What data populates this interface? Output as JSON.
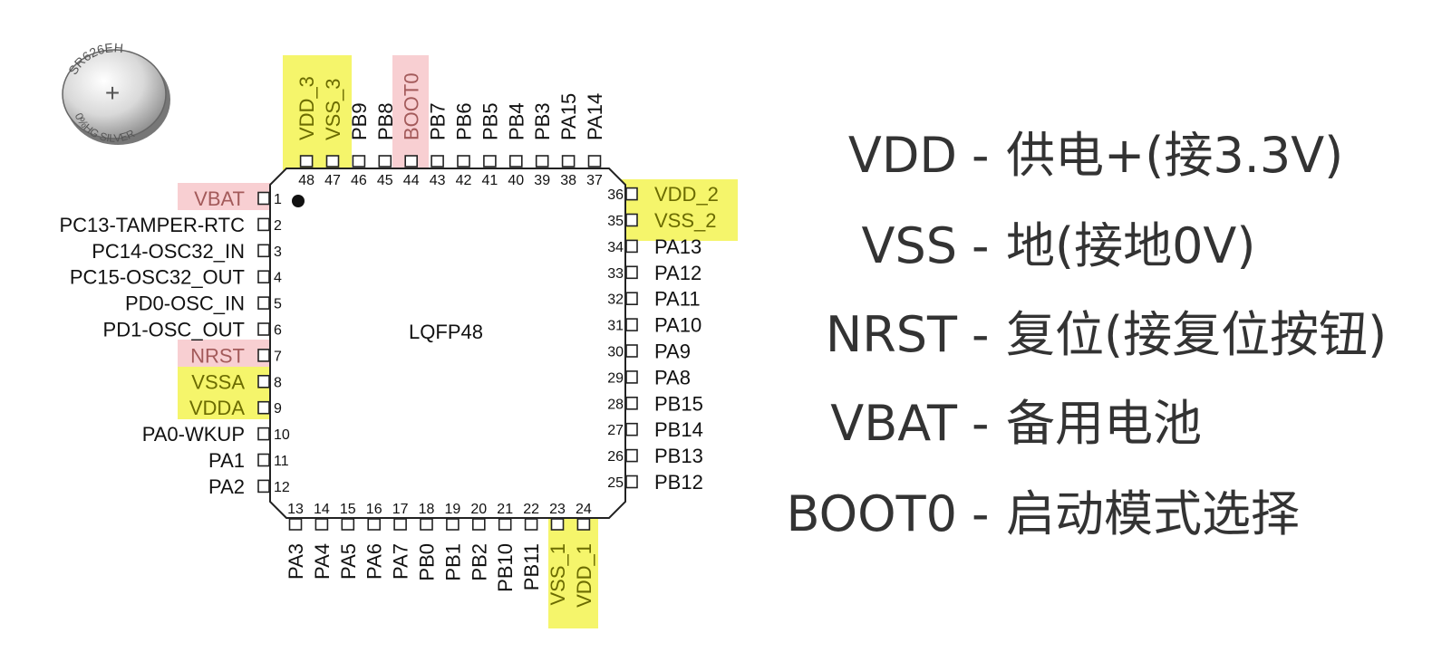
{
  "coin_cell": {
    "model": "SR626EH",
    "plus": "+",
    "bottom_text": "0%HG SILVER"
  },
  "chip": {
    "name": "LQFP48",
    "pins_left": [
      {
        "num": "1",
        "label": "VBAT",
        "hl": "pink"
      },
      {
        "num": "2",
        "label": "PC13-TAMPER-RTC"
      },
      {
        "num": "3",
        "label": "PC14-OSC32_IN"
      },
      {
        "num": "4",
        "label": "PC15-OSC32_OUT"
      },
      {
        "num": "5",
        "label": "PD0-OSC_IN"
      },
      {
        "num": "6",
        "label": "PD1-OSC_OUT"
      },
      {
        "num": "7",
        "label": "NRST",
        "hl": "pink"
      },
      {
        "num": "8",
        "label": "VSSA",
        "hl": "yellow"
      },
      {
        "num": "9",
        "label": "VDDA",
        "hl": "yellow"
      },
      {
        "num": "10",
        "label": "PA0-WKUP"
      },
      {
        "num": "11",
        "label": "PA1"
      },
      {
        "num": "12",
        "label": "PA2"
      }
    ],
    "pins_bottom": [
      {
        "num": "13",
        "label": "PA3"
      },
      {
        "num": "14",
        "label": "PA4"
      },
      {
        "num": "15",
        "label": "PA5"
      },
      {
        "num": "16",
        "label": "PA6"
      },
      {
        "num": "17",
        "label": "PA7"
      },
      {
        "num": "18",
        "label": "PB0"
      },
      {
        "num": "19",
        "label": "PB1"
      },
      {
        "num": "20",
        "label": "PB2"
      },
      {
        "num": "21",
        "label": "PB10"
      },
      {
        "num": "22",
        "label": "PB11"
      },
      {
        "num": "23",
        "label": "VSS_1",
        "hl": "yellow"
      },
      {
        "num": "24",
        "label": "VDD_1",
        "hl": "yellow"
      }
    ],
    "pins_right": [
      {
        "num": "25",
        "label": "PB12"
      },
      {
        "num": "26",
        "label": "PB13"
      },
      {
        "num": "27",
        "label": "PB14"
      },
      {
        "num": "28",
        "label": "PB15"
      },
      {
        "num": "29",
        "label": "PA8"
      },
      {
        "num": "30",
        "label": "PA9"
      },
      {
        "num": "31",
        "label": "PA10"
      },
      {
        "num": "32",
        "label": "PA11"
      },
      {
        "num": "33",
        "label": "PA12"
      },
      {
        "num": "34",
        "label": "PA13"
      },
      {
        "num": "35",
        "label": "VSS_2",
        "hl": "yellow"
      },
      {
        "num": "36",
        "label": "VDD_2",
        "hl": "yellow"
      }
    ],
    "pins_top": [
      {
        "num": "37",
        "label": "PA14"
      },
      {
        "num": "38",
        "label": "PA15"
      },
      {
        "num": "39",
        "label": "PB3"
      },
      {
        "num": "40",
        "label": "PB4"
      },
      {
        "num": "41",
        "label": "PB5"
      },
      {
        "num": "42",
        "label": "PB6"
      },
      {
        "num": "43",
        "label": "PB7"
      },
      {
        "num": "44",
        "label": "BOOT0",
        "hl": "pink"
      },
      {
        "num": "45",
        "label": "PB8"
      },
      {
        "num": "46",
        "label": "PB9"
      },
      {
        "num": "47",
        "label": "VSS_3",
        "hl": "yellow"
      },
      {
        "num": "48",
        "label": "VDD_3",
        "hl": "yellow"
      }
    ]
  },
  "legend": [
    {
      "key": "VDD",
      "desc": "供电+(接3.3V)"
    },
    {
      "key": "VSS",
      "desc": "地(接地0V)"
    },
    {
      "key": "NRST",
      "desc": "复位(接复位按钮)"
    },
    {
      "key": "VBAT",
      "desc": "备用电池"
    },
    {
      "key": "BOOT0",
      "desc": "启动模式选择"
    }
  ],
  "colors": {
    "yellow_highlight": "#f5f56b",
    "pink_highlight": "#f8cfd2",
    "chip_outline": "#222222"
  }
}
